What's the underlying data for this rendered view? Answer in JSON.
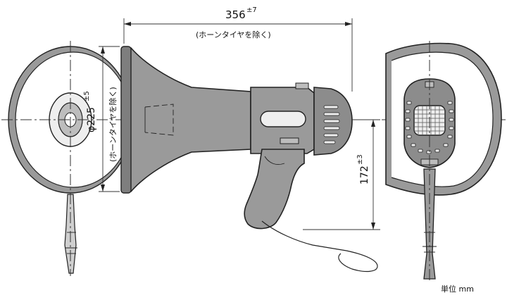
{
  "drawing": {
    "width_dim": {
      "value": "356",
      "tol": "±7"
    },
    "width_note": "(ホーンタイヤを除く)",
    "diameter_dim": {
      "value": "φ225",
      "tol": "±5"
    },
    "diameter_note": "(ホーンタイヤを除く)",
    "height_dim": {
      "value": "172",
      "tol": "±3"
    },
    "units": "単位 mm"
  }
}
